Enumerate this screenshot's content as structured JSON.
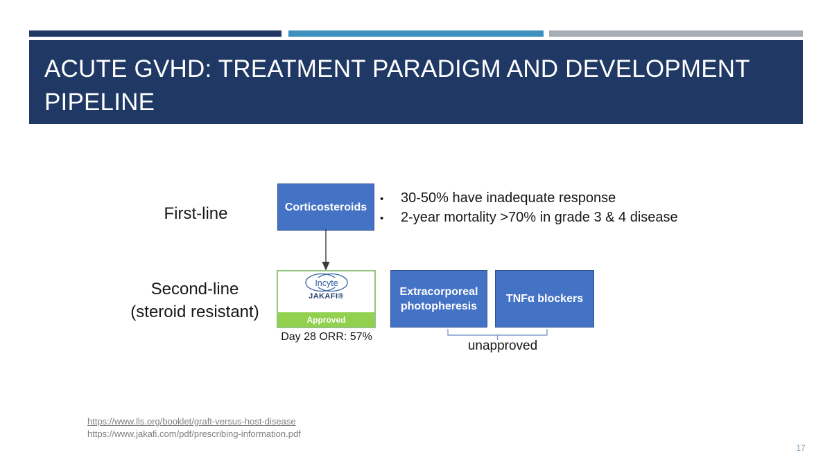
{
  "slide": {
    "page_number": "17",
    "title": "ACUTE GVHD: TREATMENT PARADIGM AND DEVELOPMENT PIPELINE",
    "accent_colors": {
      "navy": "#1F3864",
      "blue": "#3E90BF",
      "gray": "#A6ADB4",
      "box_blue": "#4472C4",
      "approved_green": "#92D050",
      "card_border_green": "#92C47D",
      "page_number_blue": "#79A3C4"
    }
  },
  "diagram": {
    "rows": [
      {
        "label": "First-line"
      },
      {
        "label": "Second-line\n(steroid resistant)"
      }
    ],
    "first_line": {
      "box_label": "Corticosteroids",
      "bullets": [
        "30-50% have inadequate response",
        "2-year mortality >70% in grade 3 & 4 disease"
      ],
      "bullet_marker": "•"
    },
    "second_line": {
      "approved_card": {
        "logo_text": "Incyte",
        "brand": "JAKAFI®",
        "status": "Approved",
        "caption": "Day 28 ORR: 57%"
      },
      "unapproved_boxes": [
        "Extracorporeal photopheresis",
        "TNFα blockers"
      ],
      "unapproved_label": "unapproved"
    }
  },
  "footer": {
    "links": [
      "https://www.lls.org/booklet/graft-versus-host-disease",
      "https://www.jakafi.com/pdf/prescribing-information.pdf"
    ]
  }
}
